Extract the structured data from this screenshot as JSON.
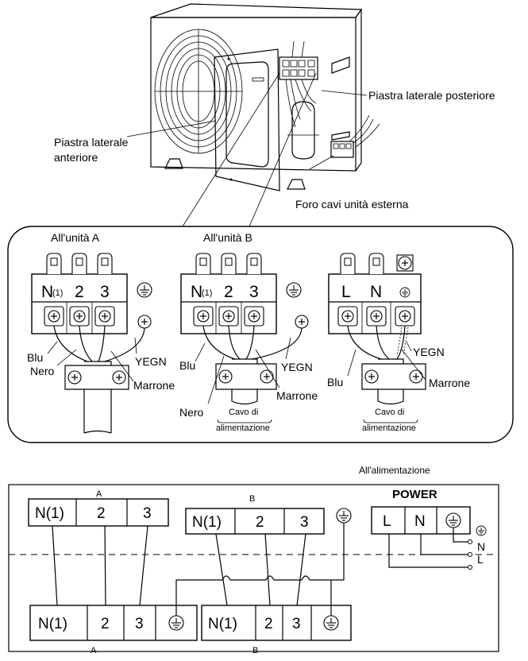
{
  "top": {
    "label_rear_plate": "Piastra laterale posteriore",
    "label_front_plate_line1": "Piastra laterale",
    "label_front_plate_line2": "anteriore",
    "label_cable_hole": "Foro cavi unità esterna"
  },
  "detail": {
    "unit_a": {
      "title": "All'unità A",
      "terminals": [
        "N",
        "(1)",
        "2",
        "3"
      ],
      "wires": {
        "blue": "Blu",
        "black": "Nero",
        "brown": "Marrone",
        "ground": "YEGN"
      }
    },
    "unit_b": {
      "title": "All'unità B",
      "terminals": [
        "N",
        "(1)",
        "2",
        "3"
      ],
      "wires": {
        "blue": "Blu",
        "black": "Nero",
        "brown": "Marrone",
        "ground": "YEGN"
      },
      "cable_line1": "Cavo di",
      "cable_line2": "alimentazione"
    },
    "power": {
      "terminals": [
        "L",
        "N"
      ],
      "wires": {
        "blue": "Blu",
        "brown": "Marrone",
        "ground": "YEGN"
      },
      "cable_line1": "Cavo di",
      "cable_line2": "alimentazione"
    }
  },
  "schematic": {
    "power_supply_label": "All'alimentazione",
    "power_title": "POWER",
    "outdoor_a_label": "A",
    "outdoor_b_label": "B",
    "outdoor_a_terminals": [
      "N(1)",
      "2",
      "3"
    ],
    "outdoor_b_terminals": [
      "N(1)",
      "2",
      "3"
    ],
    "power_terminals": [
      "L",
      "N"
    ],
    "supply_n": "N",
    "supply_l": "L",
    "indoor_a_label": "A",
    "indoor_b_label": "B",
    "indoor_a_terminals": [
      "N(1)",
      "2",
      "3"
    ],
    "indoor_b_terminals": [
      "N(1)",
      "2",
      "3"
    ]
  }
}
